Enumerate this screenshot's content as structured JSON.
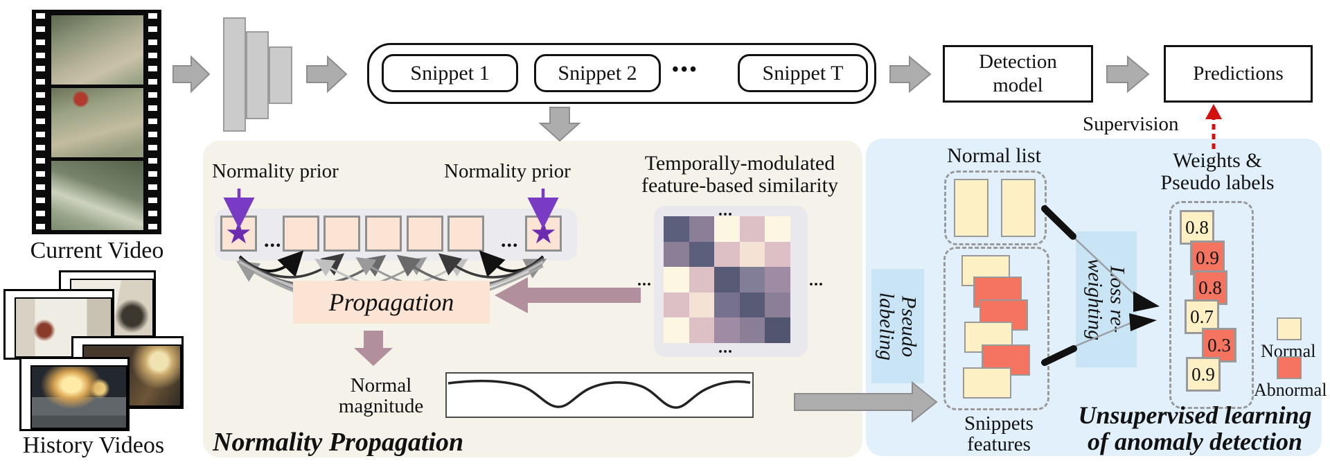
{
  "colors": {
    "panel_beige": "#f5f2e9",
    "panel_blue": "#e1f0fa",
    "snippet_peach": "#fbe4d3",
    "star_purple": "#6c2cb0",
    "mauve_arrow": "#b18f9c",
    "normal_cream": "#fdf0c5",
    "abnormal_red": "#f4745f",
    "label_blue": "#c9e5f5",
    "supervision_red": "#d31010"
  },
  "inputs": {
    "current_video_label": "Current Video",
    "history_videos_label": "History Videos"
  },
  "top_flow": {
    "snippet_1": "Snippet 1",
    "snippet_2": "Snippet 2",
    "snippet_dots": "•••",
    "snippet_T": "Snippet T",
    "detection_model_line1": "Detection",
    "detection_model_line2": "model",
    "predictions_label": "Predictions",
    "supervision_label": "Supervision"
  },
  "normality_panel": {
    "prior_left_label": "Normality prior",
    "prior_right_label": "Normality prior",
    "star": "★",
    "row_dots": "...",
    "propagation_label": "Propagation",
    "similarity_label_line1": "Temporally-modulated",
    "similarity_label_line2": "feature-based similarity",
    "matrix_dots": "...",
    "matrix_cells": [
      [
        "#5b5f7b",
        "#8b7f97",
        "#fdf6e2",
        "#dcc0c5",
        "#fdf6e2"
      ],
      [
        "#8b7f97",
        "#5b5f7b",
        "#dcc0c5",
        "#f4e3d5",
        "#dcc0c5"
      ],
      [
        "#fdf6e2",
        "#dcc0c5",
        "#575b76",
        "#827e98",
        "#9f8ba3"
      ],
      [
        "#dcc0c5",
        "#f4e3d5",
        "#75718e",
        "#575b76",
        "#8b7f97"
      ],
      [
        "#fdf6e2",
        "#dcc0c5",
        "#9f8ba3",
        "#8b7f97",
        "#515570"
      ]
    ],
    "normal_magnitude_line1": "Normal",
    "normal_magnitude_line2": "magnitude",
    "panel_title": "Normality Propagation"
  },
  "unsupervised_panel": {
    "normal_list_label": "Normal list",
    "pseudo_labeling_line1": "Pseudo",
    "pseudo_labeling_line2": "labeling",
    "loss_reweighting_line1": "Loss re-",
    "loss_reweighting_line2": "weighting",
    "weights_title_line1": "Weights &",
    "weights_title_line2": "Pseudo labels",
    "weights": [
      {
        "value": "0.8",
        "type": "normal"
      },
      {
        "value": "0.9",
        "type": "abnormal"
      },
      {
        "value": "0.8",
        "type": "abnormal"
      },
      {
        "value": "0.7",
        "type": "normal"
      },
      {
        "value": "0.3",
        "type": "abnormal"
      },
      {
        "value": "0.9",
        "type": "normal"
      }
    ],
    "snippet_stack": [
      "normal",
      "abnormal",
      "abnormal",
      "normal",
      "abnormal",
      "normal"
    ],
    "snippets_features_line1": "Snippets",
    "snippets_features_line2": "features",
    "legend": {
      "normal_label": "Normal",
      "abnormal_label": "Abnormal"
    },
    "panel_title_line1": "Unsupervised learning",
    "panel_title_line2": "of anomaly detection"
  }
}
